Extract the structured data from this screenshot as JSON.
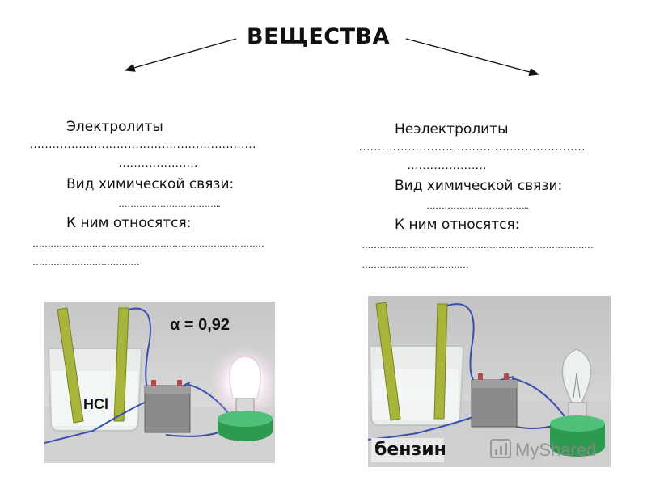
{
  "title": "ВЕЩЕСТВА",
  "left": {
    "heading": "Электролиты",
    "line1": "……………………………………………………",
    "line2": "…………………",
    "bond_label": "Вид химической связи:",
    "bond_blank": "……………………………..",
    "belong_label": "К ним относятся:",
    "list_line1": "……………………………………………………………………",
    "list_line2": "………………………………"
  },
  "right": {
    "heading": "Неэлектролиты",
    "line1": "……………………………………………………",
    "line2": "…………………",
    "bond_label": "Вид химической связи:",
    "bond_blank": "……………………………..",
    "belong_label": "К ним относятся:",
    "list_line1": "……………………………………………………………………",
    "list_line2": "………………………………"
  },
  "left_image": {
    "substance": "HCl",
    "alpha_label": "α = 0,92"
  },
  "right_image": {
    "substance": "бензин",
    "watermark": "MyShared"
  },
  "colors": {
    "bulb_base": "#2e9a50",
    "electrode": "#a8b53a",
    "wire": "#3b4fb0"
  }
}
